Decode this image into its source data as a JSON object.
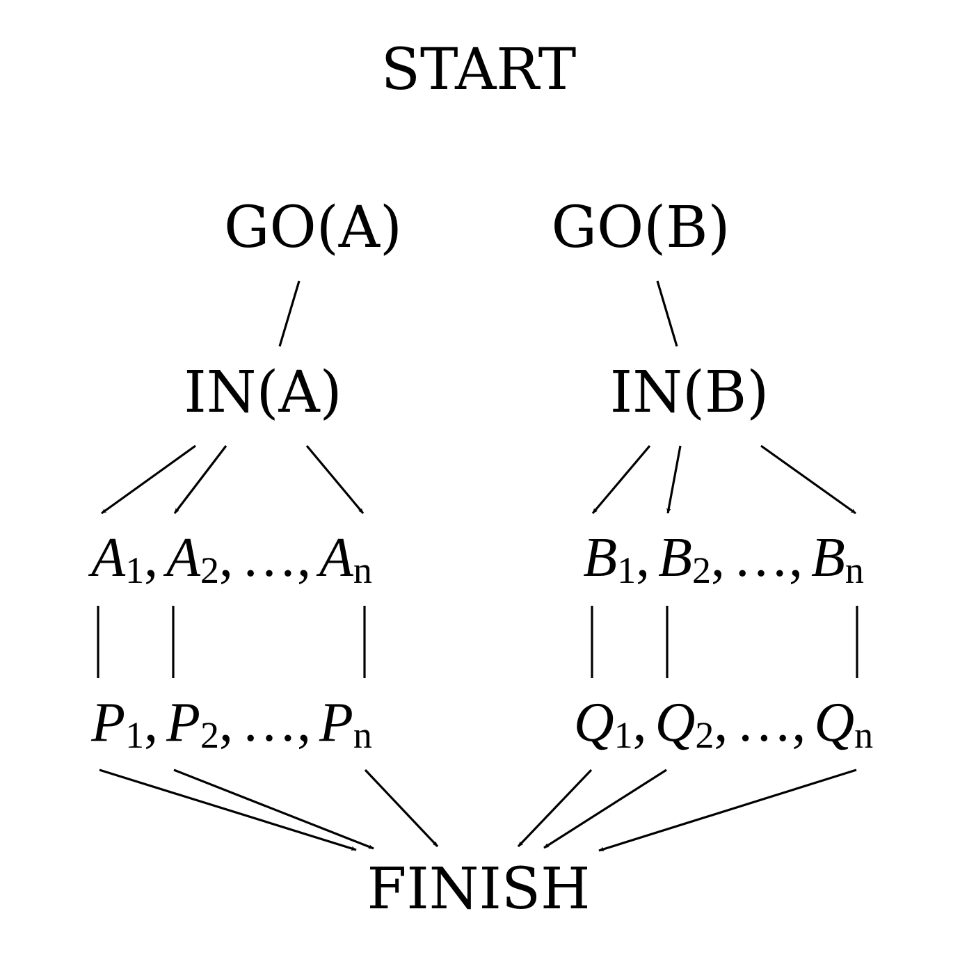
{
  "nodes": {
    "start": "START",
    "go_a": "GO(A)",
    "go_b": "GO(B)",
    "in_a": "IN(A)",
    "in_b": "IN(B)",
    "finish": "FINISH"
  },
  "rows": {
    "a_row": {
      "first": {
        "symbol": "A",
        "sub": "1"
      },
      "second": {
        "symbol": "A",
        "sub": "2"
      },
      "ellipsis": "…",
      "last": {
        "symbol": "A",
        "sub": "n"
      }
    },
    "b_row": {
      "first": {
        "symbol": "B",
        "sub": "1"
      },
      "second": {
        "symbol": "B",
        "sub": "2"
      },
      "ellipsis": "…",
      "last": {
        "symbol": "B",
        "sub": "n"
      }
    },
    "p_row": {
      "first": {
        "symbol": "P",
        "sub": "1"
      },
      "second": {
        "symbol": "P",
        "sub": "2"
      },
      "ellipsis": "…",
      "last": {
        "symbol": "P",
        "sub": "n"
      }
    },
    "q_row": {
      "first": {
        "symbol": "Q",
        "sub": "1"
      },
      "second": {
        "symbol": "Q",
        "sub": "2"
      },
      "ellipsis": "…",
      "last": {
        "symbol": "Q",
        "sub": "n"
      }
    }
  },
  "separator": ","
}
